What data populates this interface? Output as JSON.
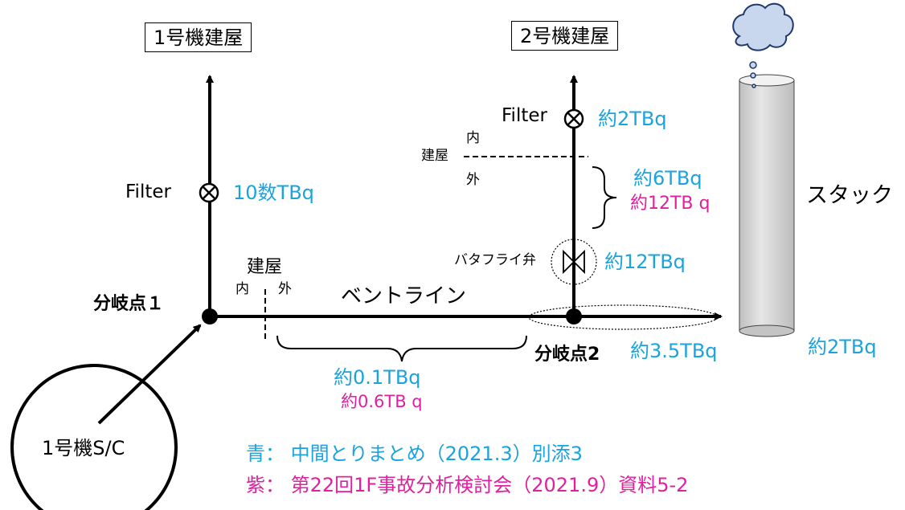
{
  "buildings": {
    "unit1_label": "1号機建屋",
    "unit2_label": "2号機建屋"
  },
  "unit1_sc_label": "1号機S/C",
  "branch_points": {
    "bp1_label": "分岐点１",
    "bp2_label": "分岐点2"
  },
  "boundary": {
    "building_label": "建屋",
    "inside": "内",
    "outside": "外"
  },
  "vent_line_label": "ベントライン",
  "filters": {
    "unit1_label": "Filter",
    "unit1_value": "10数TBq",
    "unit2_label": "Filter",
    "unit2_value": "約2TBq"
  },
  "segment_values": {
    "vent_line_blue": "約0.1TBq",
    "vent_line_magenta": "約0.6TB q",
    "unit2_outside_blue": "約6TBq",
    "unit2_outside_magenta": "約12TB q",
    "butterfly_label": "バタフライ弁",
    "butterfly_value": "約12TBq",
    "bp2_value": "約3.5TBq"
  },
  "stack": {
    "label": "スタック",
    "value": "約2TBq"
  },
  "legend": {
    "blue_text": "青： 中間とりまとめ（2021.3）別添3",
    "magenta_text": "紫： 第22回1F事故分析検討会（2021.9）資料5-2"
  },
  "colors": {
    "blue": "#1aa3dd",
    "magenta": "#e0209f",
    "stack_fill": "#d9d9d9",
    "cloud_fill": "#c8d7ee"
  }
}
